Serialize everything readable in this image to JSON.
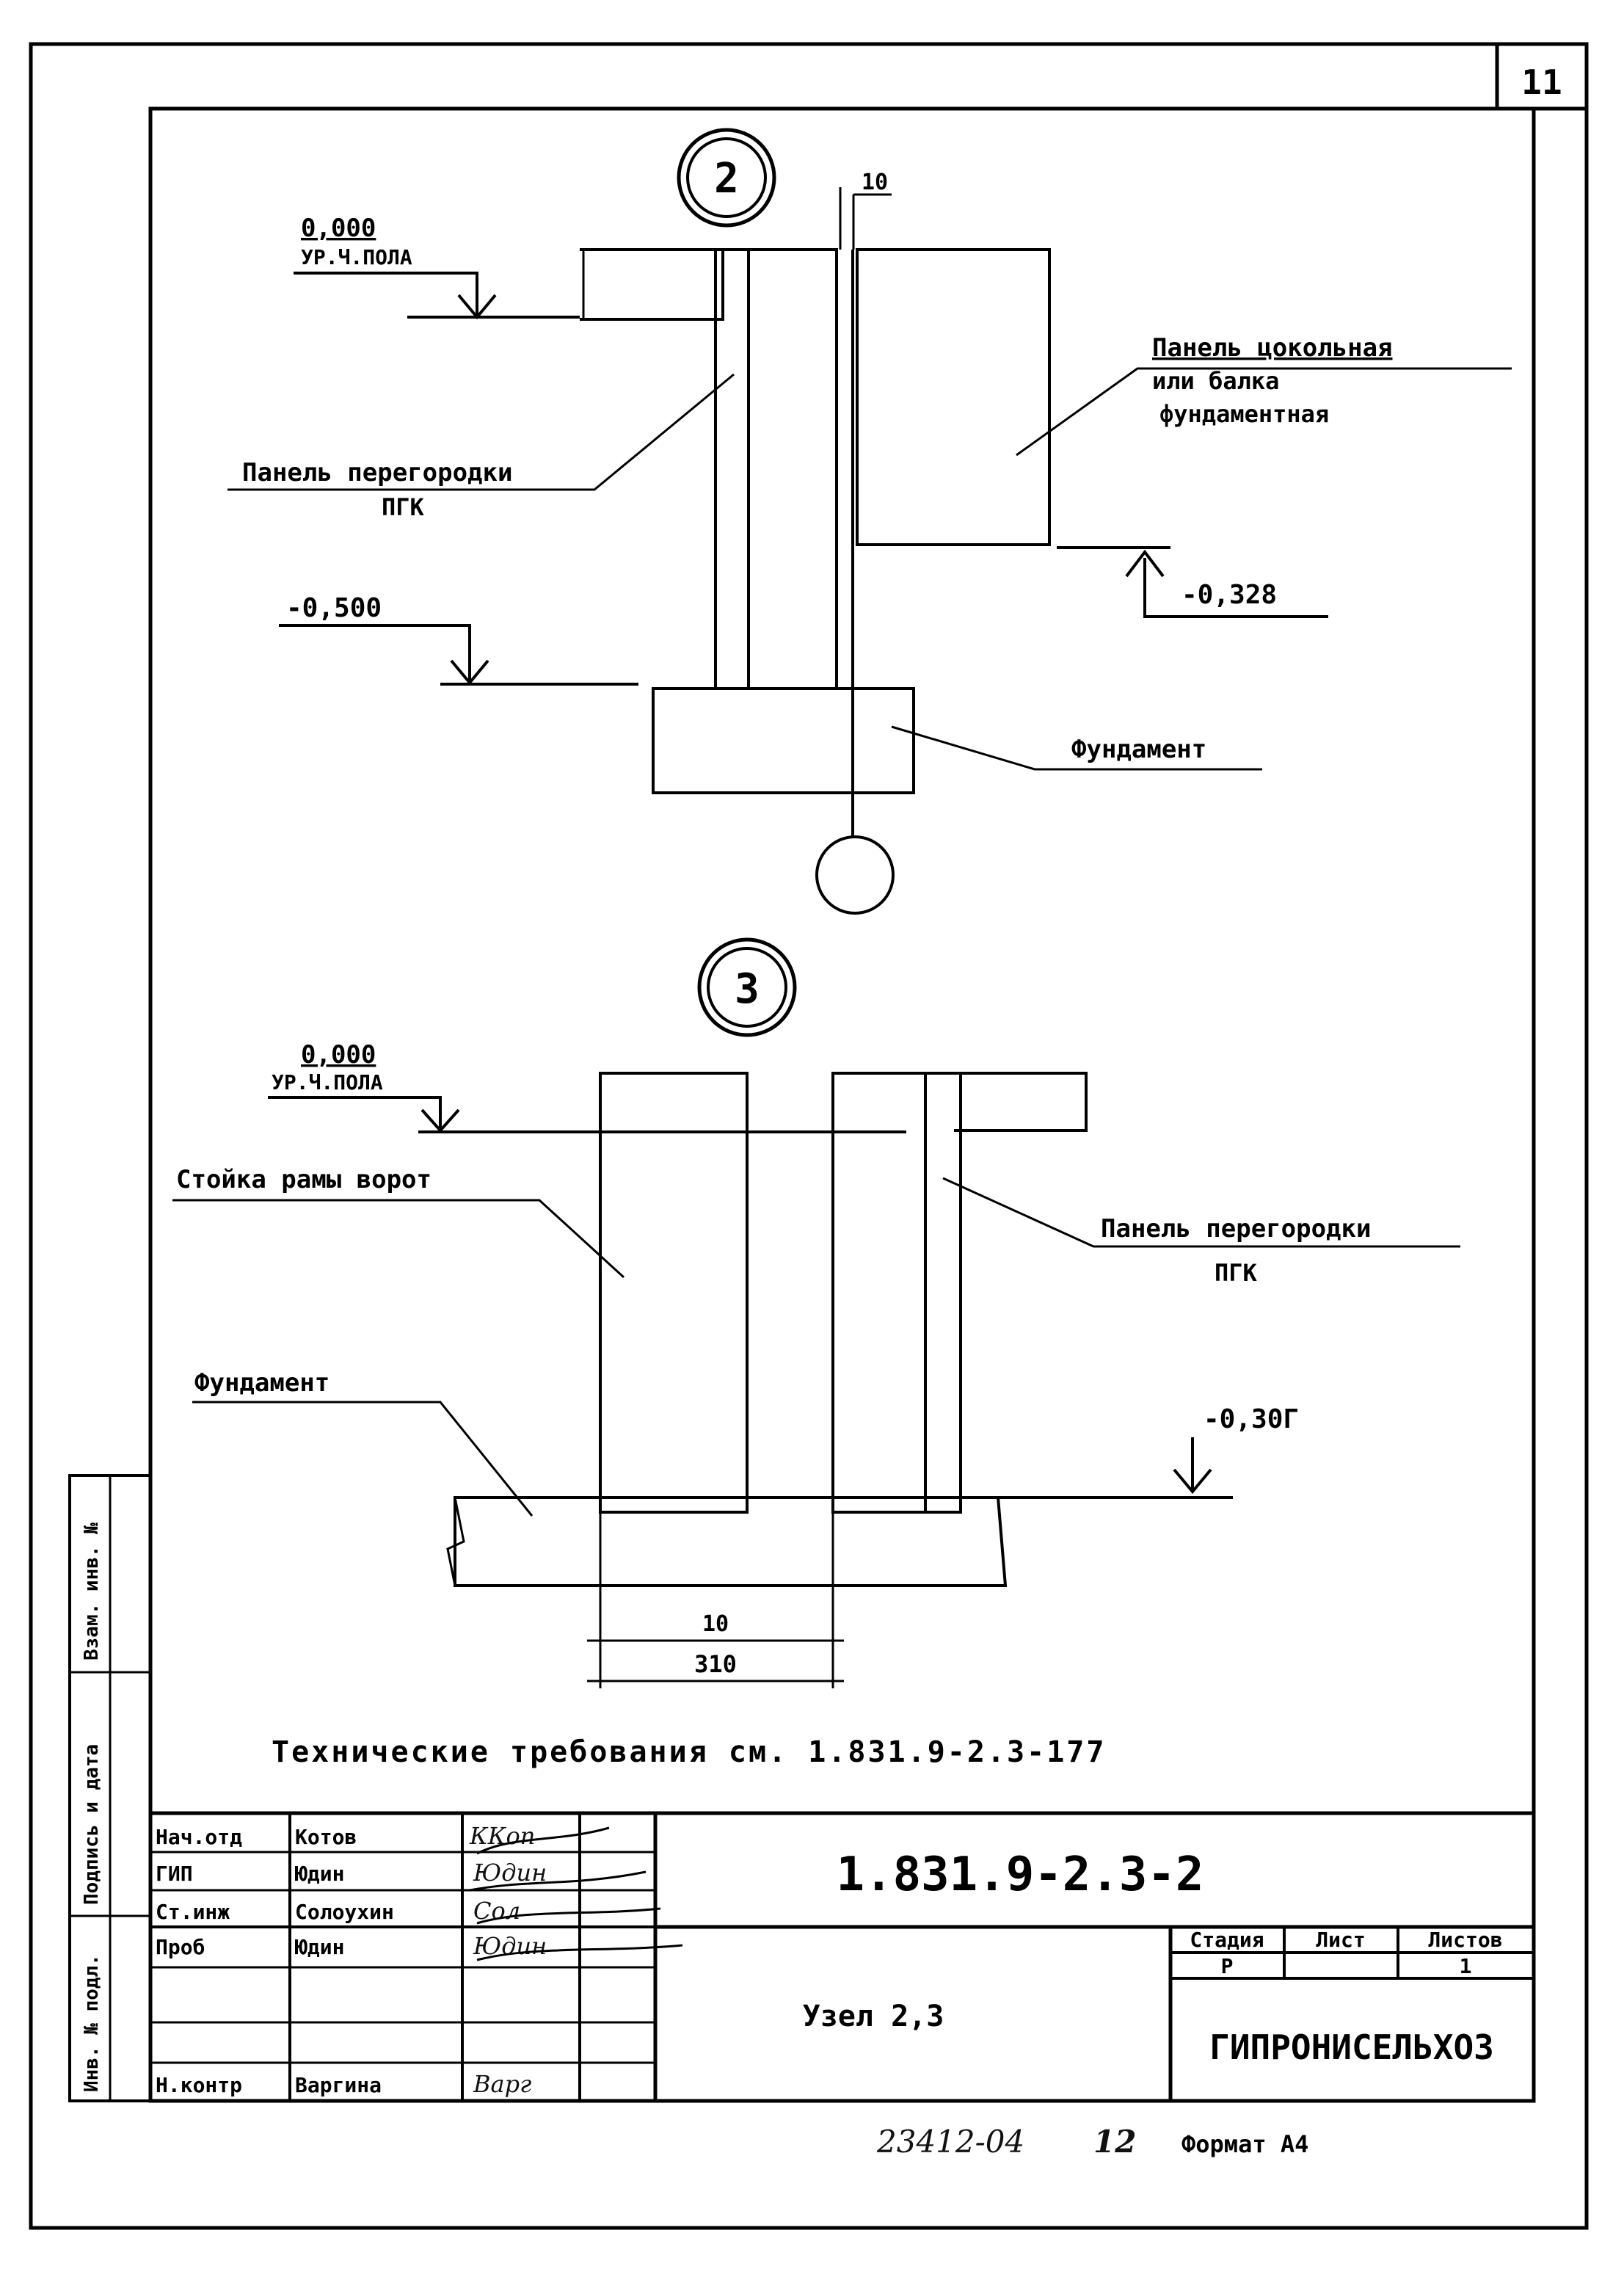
{
  "sheet_number": "11",
  "detail2": {
    "marker": "2",
    "dim_gap": "10",
    "level_top_value": "0,000",
    "level_top_label": "УР.Ч.ПОЛА",
    "label_plinth_1": "Панель цокольная",
    "label_plinth_2": "или балка",
    "label_plinth_3": "фундаментная",
    "label_partition_1": "Панель перегородки",
    "label_partition_2": "ПГК",
    "level_bottom": "-0,500",
    "level_right": "-0,328",
    "label_foundation": "Фундамент"
  },
  "detail3": {
    "marker": "3",
    "level_top_value": "0,000",
    "level_top_label": "УР.Ч.ПОЛА",
    "label_post": "Стойка рамы ворот",
    "label_partition_1": "Панель перегородки",
    "label_partition_2": "ПГК",
    "label_foundation": "Фундамент",
    "level_right": "-0,30Г",
    "dim_inner": "10",
    "dim_outer": "310"
  },
  "tech_requirements": "Технические требования см. 1.831.9-2.3-177",
  "side_stamp": {
    "col1": "Инв. № подл.",
    "col2": "Подпись и дата",
    "col3": "Взам. инв. №"
  },
  "title_block": {
    "rows": [
      {
        "role": "Нач.отд",
        "name": "Котов",
        "sign": "ККоп"
      },
      {
        "role": "ГИП",
        "name": "Юдин",
        "sign": "Юдин"
      },
      {
        "role": "Ст.инж",
        "name": "Солоухин",
        "sign": "Сол"
      },
      {
        "role": "Проб",
        "name": "Юдин",
        "sign": "Юдин"
      },
      {
        "role": "",
        "name": "",
        "sign": ""
      },
      {
        "role": "",
        "name": "",
        "sign": ""
      },
      {
        "role": "Н.контр",
        "name": "Варгина",
        "sign": "Варг"
      }
    ],
    "doc_code": "1.831.9-2.3-2",
    "title": "Узел 2,3",
    "stage_header": "Стадия",
    "sheet_header": "Лист",
    "sheets_header": "Листов",
    "stage": "Р",
    "sheet": "",
    "sheets": "1",
    "org": "ГИПРОНИСЕЛЬХОЗ"
  },
  "footer": {
    "inventory": "23412-04",
    "page": "12",
    "format": "Формат А4"
  }
}
